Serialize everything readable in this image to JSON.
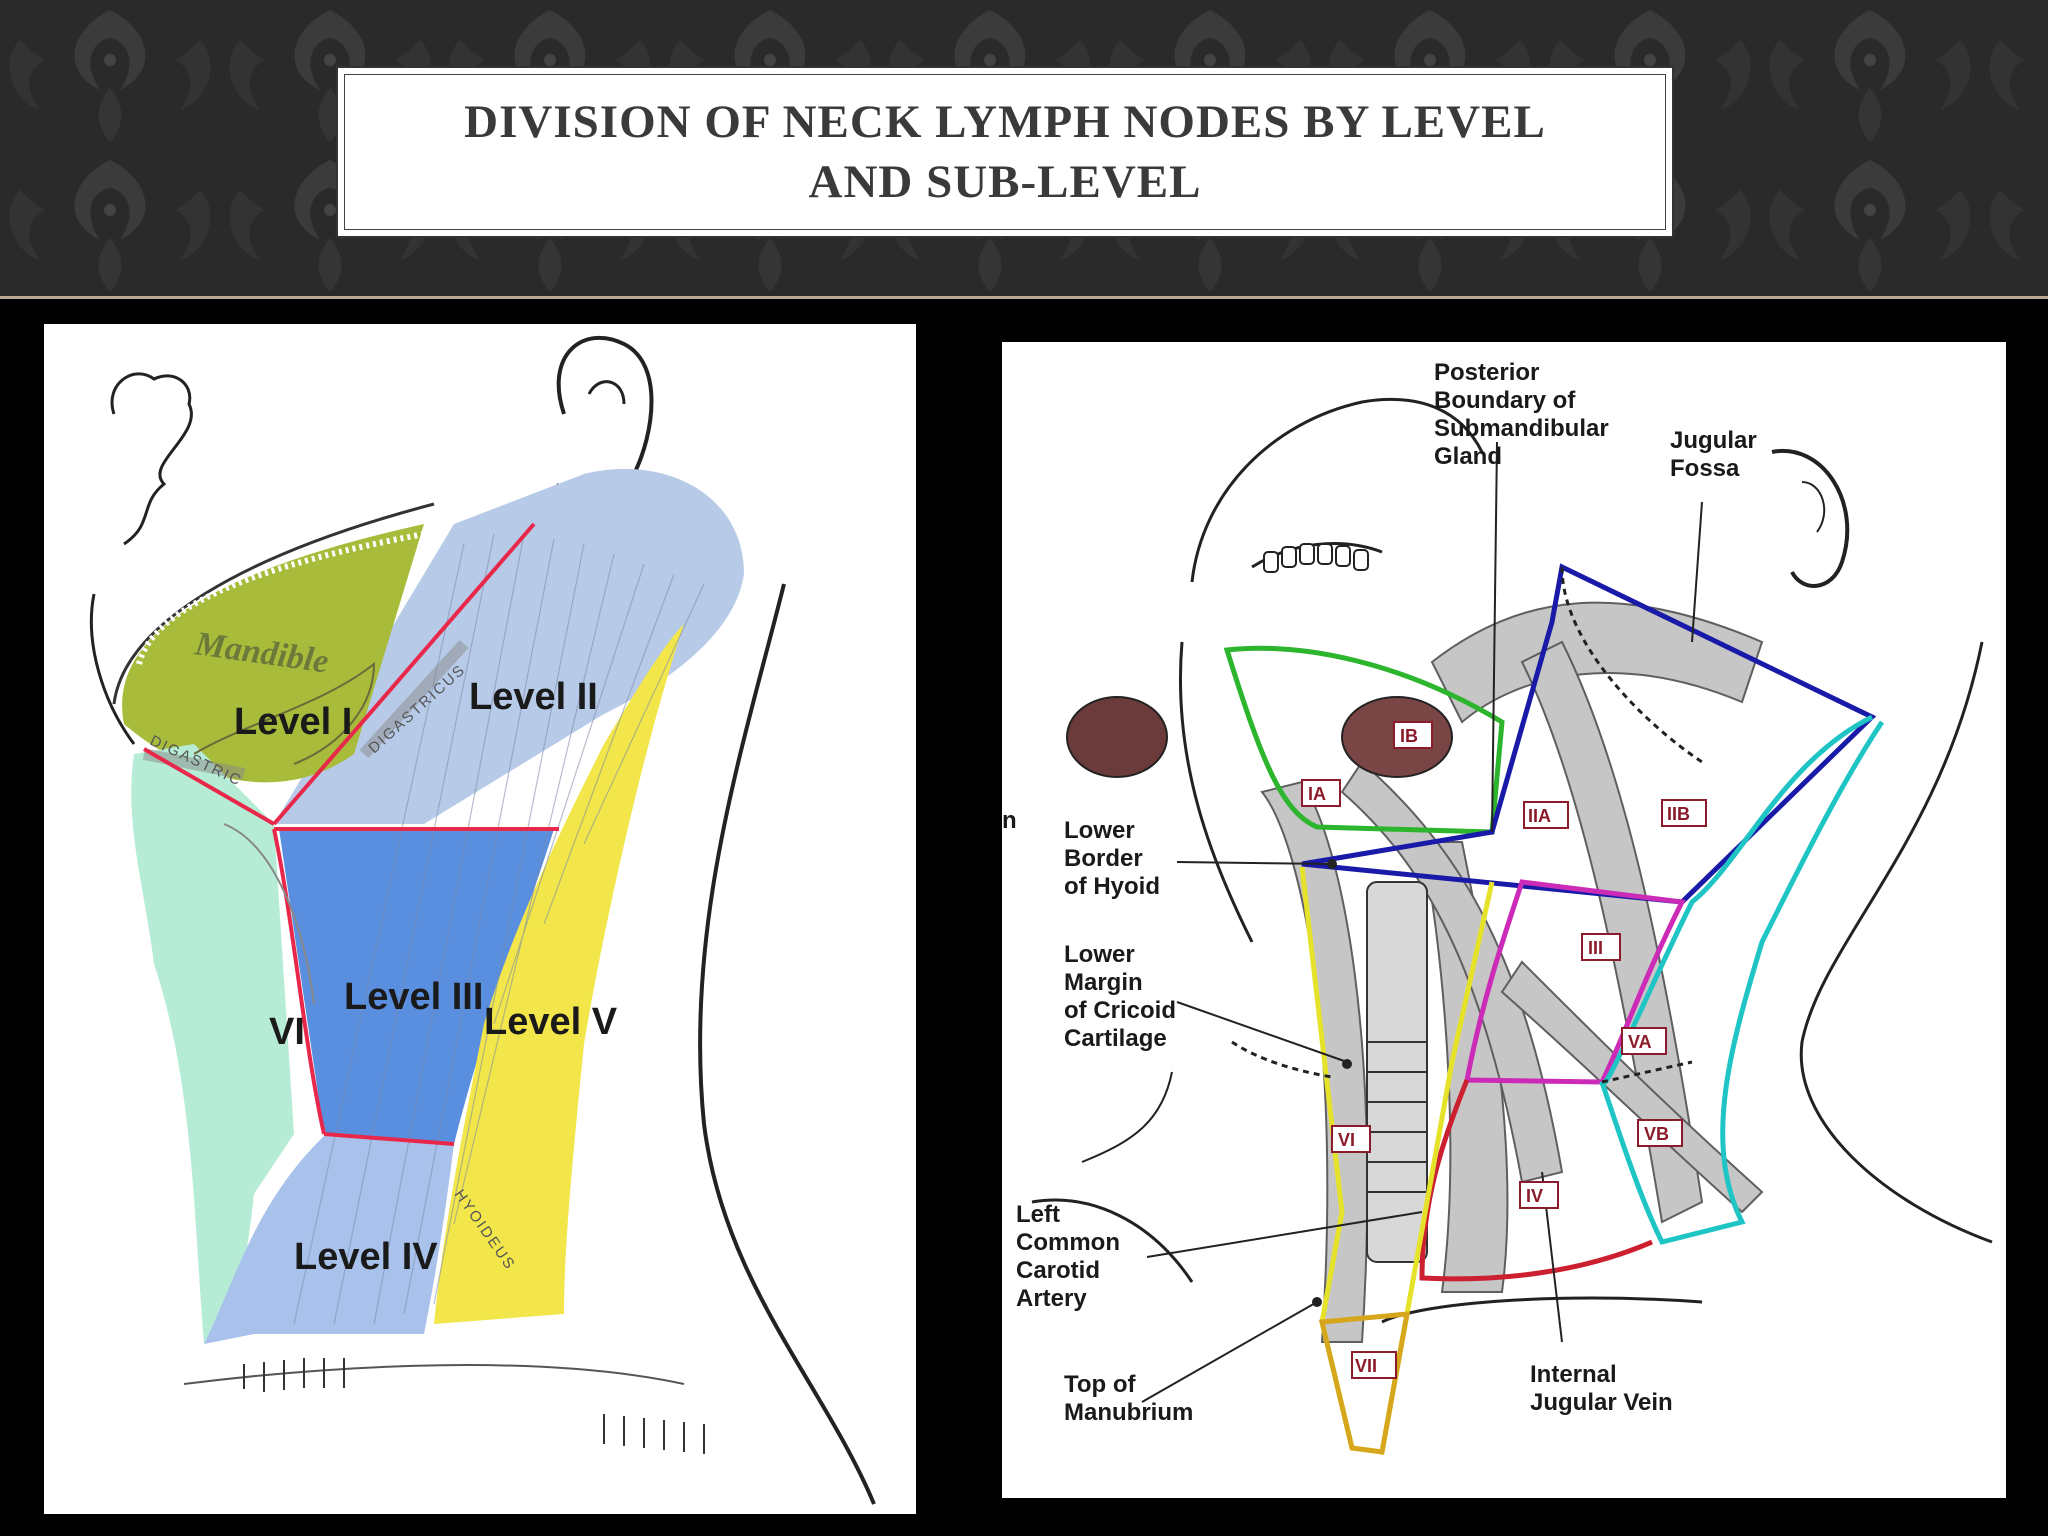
{
  "slide": {
    "title_lines": [
      "DIVISION OF NECK LYMPH NODES BY LEVEL",
      "AND SUB-LEVEL"
    ],
    "colors": {
      "banner": "#2b2b2b",
      "background": "#000000",
      "title_box": "#ffffff"
    }
  },
  "left_diagram": {
    "labels": {
      "mandible": "Mandible",
      "level_1": "Level I",
      "level_2": "Level II",
      "level_3": "Level III",
      "level_4": "Level IV",
      "level_5": "Level V",
      "level_6": "VI",
      "digastric_a": "DIGASTRIC",
      "digastric_b": "DIGASTRICUS",
      "hyoideus": "HYOIDEUS"
    },
    "colors": {
      "level_1": "#a8bb3a",
      "level_2": "#b7cbe8",
      "level_3": "#5a8fe0",
      "level_4": "#a9c2ec",
      "level_5": "#f2e64a",
      "level_6": "#b6ecd6",
      "boundary": "#e8284a"
    }
  },
  "right_diagram": {
    "annotations": {
      "posterior": [
        "Posterior",
        "Boundary of",
        "Submandibular",
        "Gland"
      ],
      "jugular": [
        "Jugular",
        "Fossa"
      ],
      "hyoid": [
        "Lower",
        "Border",
        "of Hyoid"
      ],
      "cricoid": [
        "Lower",
        "Margin",
        "of Cricoid",
        "Cartilage"
      ],
      "carotid": [
        "Left",
        "Common",
        "Carotid",
        "Artery"
      ],
      "manubrium": [
        "Top of",
        "Manubrium"
      ],
      "vein": [
        "Internal",
        "Jugular Vein"
      ],
      "edge_fragment": "n"
    },
    "region_tags": {
      "ia": "IA",
      "ib": "IB",
      "iia": "IIA",
      "iib": "IIB",
      "iii": "III",
      "va": "VA",
      "vb": "VB",
      "vi": "VI",
      "iv": "IV",
      "vii": "VII"
    },
    "colors": {
      "level_1": "#2db52d",
      "level_2": "#1a1aa8",
      "level_3": "#cc2bb8",
      "level_4": "#cc1f2f",
      "level_5": "#1fc4c4",
      "level_6": "#e6e22a",
      "level_7": "#d6a61c",
      "tag_border": "#8b1a2a"
    }
  }
}
